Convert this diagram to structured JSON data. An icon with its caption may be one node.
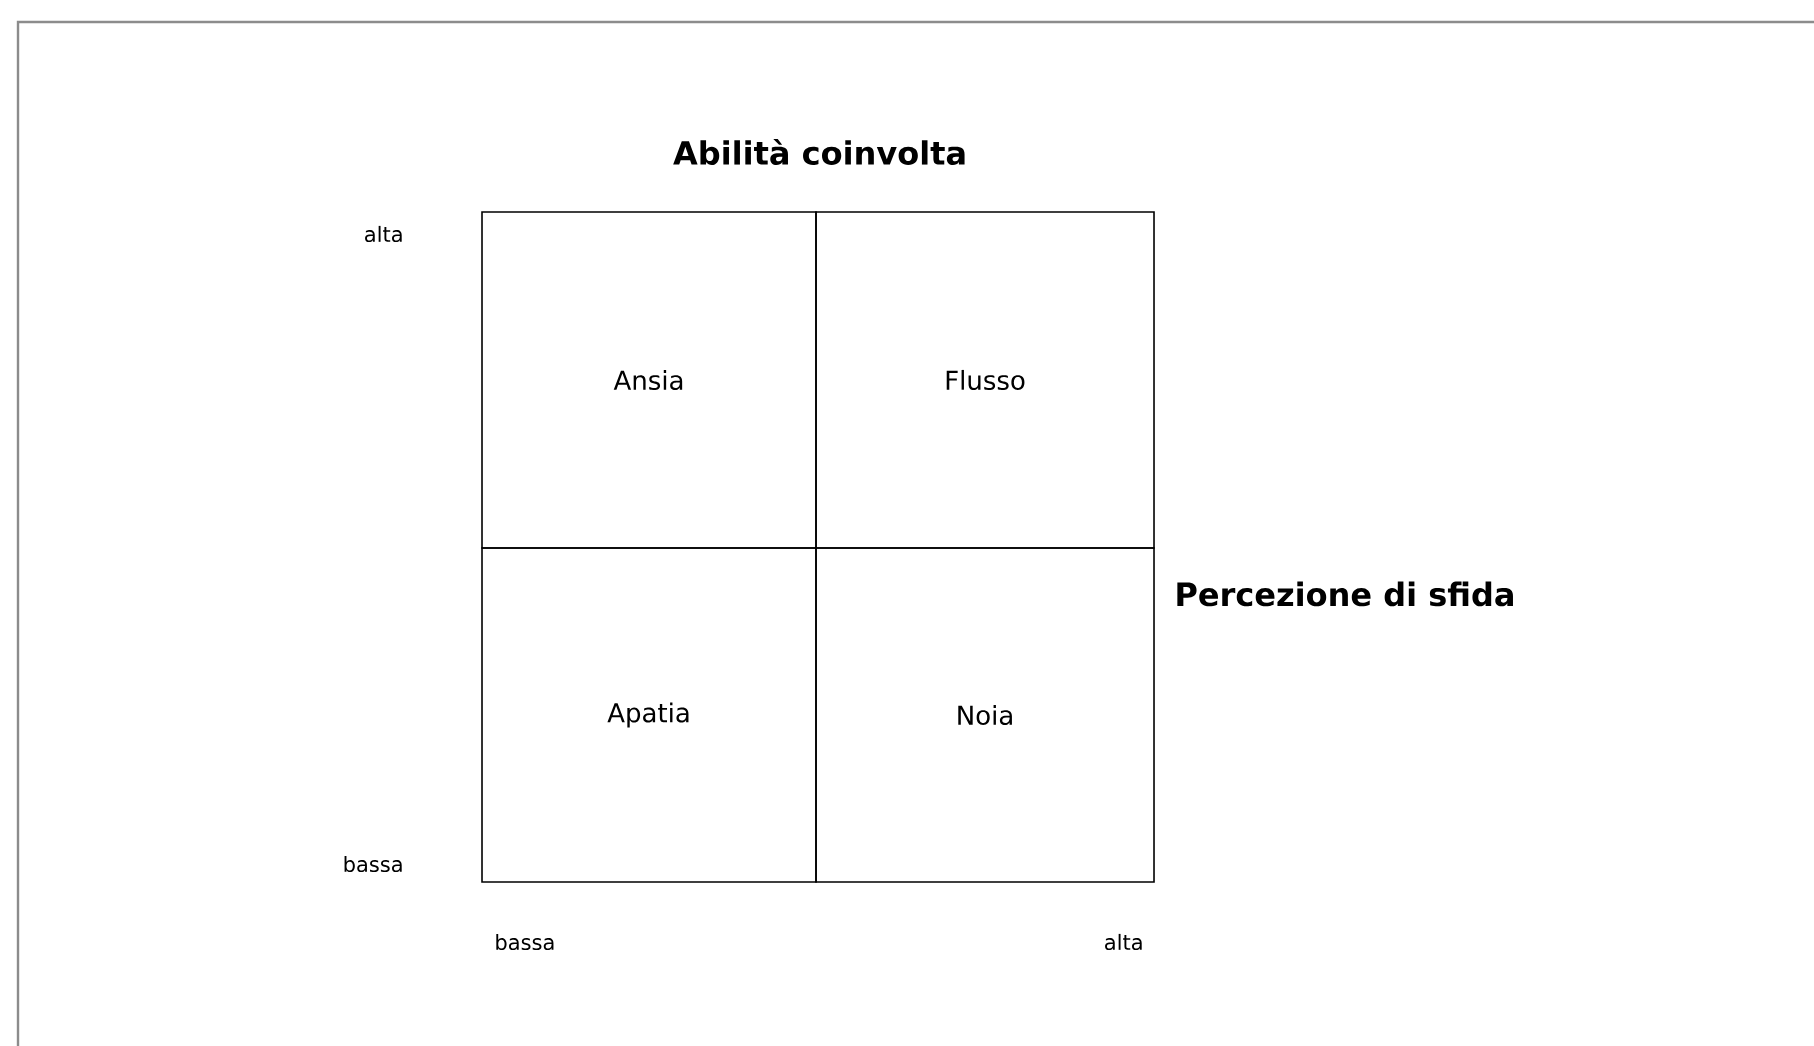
{
  "diagram": {
    "title": "Abilità coinvolta",
    "nodes": [
      {
        "text": [
          "Ansia"
        ]
      },
      {
        "text": [
          "Flusso"
        ]
      },
      {
        "text": [
          "Apatia"
        ]
      },
      {
        "text": [
          "Noia"
        ]
      }
    ],
    "labels": [
      "alta",
      "Percezione di sfida",
      "bassa",
      "bassa",
      "alta"
    ]
  }
}
